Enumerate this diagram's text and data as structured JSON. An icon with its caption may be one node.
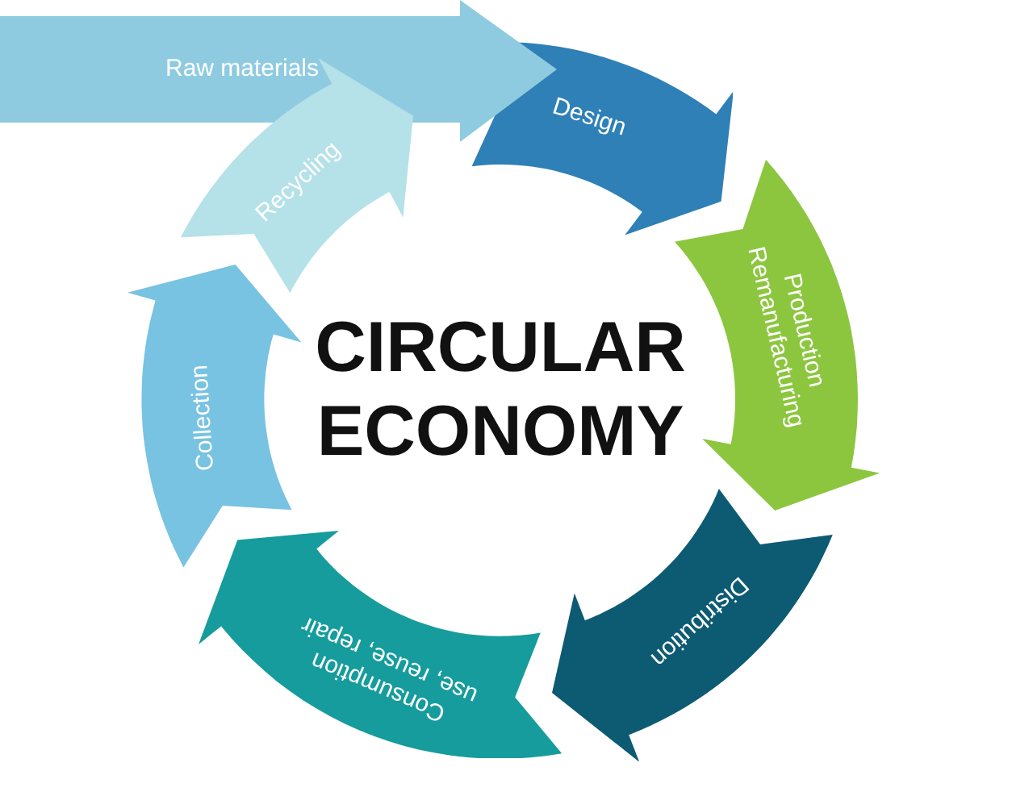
{
  "diagram": {
    "title": "CIRCULAR ECONOMY",
    "nodes": [
      {
        "text": [
          "Raw materials"
        ]
      },
      {
        "text": [
          "Design"
        ]
      },
      {
        "text": [
          "Production",
          "Remanufacturing"
        ]
      },
      {
        "text": [
          "Distribution"
        ]
      },
      {
        "text": [
          "Consumption",
          "use, reuse, repair"
        ]
      },
      {
        "text": [
          "Collection"
        ]
      },
      {
        "text": [
          "Recycling"
        ]
      }
    ]
  }
}
